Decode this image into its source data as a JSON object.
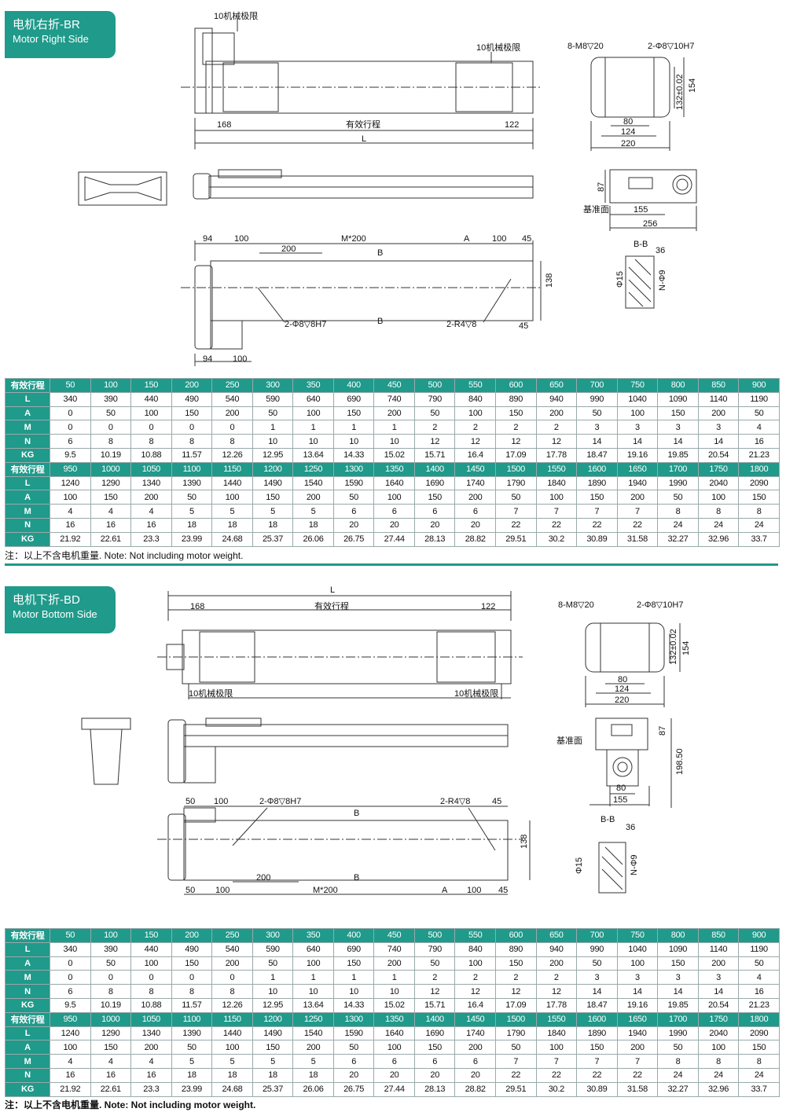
{
  "sections": [
    {
      "title_cn": "电机右折-BR",
      "title_en": "Motor Right Side",
      "dims": {
        "limit_left": "10机械极限",
        "limit_right": "10机械极限",
        "d168": "168",
        "stroke": "有效行程",
        "d122": "122",
        "L": "L",
        "m8": "8-M8▽20",
        "pin": "2-Φ8▽10H7",
        "d132": "132±0.02",
        "d154": "154",
        "d80": "80",
        "d124": "124",
        "d220": "220",
        "d87": "87",
        "ref": "基准面",
        "d155": "155",
        "d256": "256",
        "d94": "94",
        "d100a": "100",
        "m200": "M*200",
        "dA": "A",
        "d100b": "100",
        "d45": "45",
        "d200": "200",
        "bb1": "B",
        "bb2": "B",
        "d138": "138",
        "hole": "2-Φ8▽8H7",
        "r4": "2-R4▽8",
        "d45b": "45",
        "d94b": "94",
        "d100c": "100",
        "bb_title": "B-B",
        "d36": "36",
        "phi15": "Φ15",
        "n9": "N-Φ9"
      }
    },
    {
      "title_cn": "电机下折-BD",
      "title_en": "Motor Bottom Side",
      "dims": {
        "L": "L",
        "d168": "168",
        "stroke": "有效行程",
        "d122": "122",
        "limit_left": "10机械极限",
        "limit_right": "10机械极限",
        "m8": "8-M8▽20",
        "pin": "2-Φ8▽10H7",
        "d132": "132±0.02",
        "d154": "154",
        "d80": "80",
        "d124": "124",
        "d220": "220",
        "ref": "基准面",
        "d87": "87",
        "d19850": "198.50",
        "d80b": "80",
        "d155": "155",
        "d50": "50",
        "d100a": "100",
        "hole": "2-Φ8▽8H7",
        "r4": "2-R4▽8",
        "d45": "45",
        "bb1": "B",
        "bb2": "B",
        "d138": "138",
        "d200": "200",
        "d50b": "50",
        "d100b": "100",
        "m200": "M*200",
        "dA": "A",
        "d100c": "100",
        "d45b": "45",
        "bb_title": "B-B",
        "d36": "36",
        "phi15": "Φ15",
        "n9": "N-Φ9"
      }
    }
  ],
  "table": {
    "block1": {
      "stroke_label": "有效行程",
      "strokes": [
        "50",
        "100",
        "150",
        "200",
        "250",
        "300",
        "350",
        "400",
        "450",
        "500",
        "550",
        "600",
        "650",
        "700",
        "750",
        "800",
        "850",
        "900"
      ],
      "rows": [
        {
          "label": "L",
          "values": [
            "340",
            "390",
            "440",
            "490",
            "540",
            "590",
            "640",
            "690",
            "740",
            "790",
            "840",
            "890",
            "940",
            "990",
            "1040",
            "1090",
            "1140",
            "1190"
          ]
        },
        {
          "label": "A",
          "values": [
            "0",
            "50",
            "100",
            "150",
            "200",
            "50",
            "100",
            "150",
            "200",
            "50",
            "100",
            "150",
            "200",
            "50",
            "100",
            "150",
            "200",
            "50"
          ]
        },
        {
          "label": "M",
          "values": [
            "0",
            "0",
            "0",
            "0",
            "0",
            "1",
            "1",
            "1",
            "1",
            "2",
            "2",
            "2",
            "2",
            "3",
            "3",
            "3",
            "3",
            "4"
          ]
        },
        {
          "label": "N",
          "values": [
            "6",
            "8",
            "8",
            "8",
            "8",
            "10",
            "10",
            "10",
            "10",
            "12",
            "12",
            "12",
            "12",
            "14",
            "14",
            "14",
            "14",
            "16"
          ]
        },
        {
          "label": "KG",
          "values": [
            "9.5",
            "10.19",
            "10.88",
            "11.57",
            "12.26",
            "12.95",
            "13.64",
            "14.33",
            "15.02",
            "15.71",
            "16.4",
            "17.09",
            "17.78",
            "18.47",
            "19.16",
            "19.85",
            "20.54",
            "21.23"
          ]
        }
      ]
    },
    "block2": {
      "stroke_label": "有效行程",
      "strokes": [
        "950",
        "1000",
        "1050",
        "1100",
        "1150",
        "1200",
        "1250",
        "1300",
        "1350",
        "1400",
        "1450",
        "1500",
        "1550",
        "1600",
        "1650",
        "1700",
        "1750",
        "1800"
      ],
      "rows": [
        {
          "label": "L",
          "values": [
            "1240",
            "1290",
            "1340",
            "1390",
            "1440",
            "1490",
            "1540",
            "1590",
            "1640",
            "1690",
            "1740",
            "1790",
            "1840",
            "1890",
            "1940",
            "1990",
            "2040",
            "2090"
          ]
        },
        {
          "label": "A",
          "values": [
            "100",
            "150",
            "200",
            "50",
            "100",
            "150",
            "200",
            "50",
            "100",
            "150",
            "200",
            "50",
            "100",
            "150",
            "200",
            "50",
            "100",
            "150"
          ]
        },
        {
          "label": "M",
          "values": [
            "4",
            "4",
            "4",
            "5",
            "5",
            "5",
            "5",
            "6",
            "6",
            "6",
            "6",
            "7",
            "7",
            "7",
            "7",
            "8",
            "8",
            "8"
          ]
        },
        {
          "label": "N",
          "values": [
            "16",
            "16",
            "16",
            "18",
            "18",
            "18",
            "18",
            "20",
            "20",
            "20",
            "20",
            "22",
            "22",
            "22",
            "22",
            "24",
            "24",
            "24"
          ]
        },
        {
          "label": "KG",
          "values": [
            "21.92",
            "22.61",
            "23.3",
            "23.99",
            "24.68",
            "25.37",
            "26.06",
            "26.75",
            "27.44",
            "28.13",
            "28.82",
            "29.51",
            "30.2",
            "30.89",
            "31.58",
            "32.27",
            "32.96",
            "33.7"
          ]
        }
      ]
    }
  },
  "notes": {
    "note1": "注：以上不含电机重量. Note: Not including motor weight.",
    "note2": "注：以上不含电机重量.  Note: Not including motor weight."
  },
  "colors": {
    "accent": "#1f9a8b",
    "line": "#333333"
  }
}
